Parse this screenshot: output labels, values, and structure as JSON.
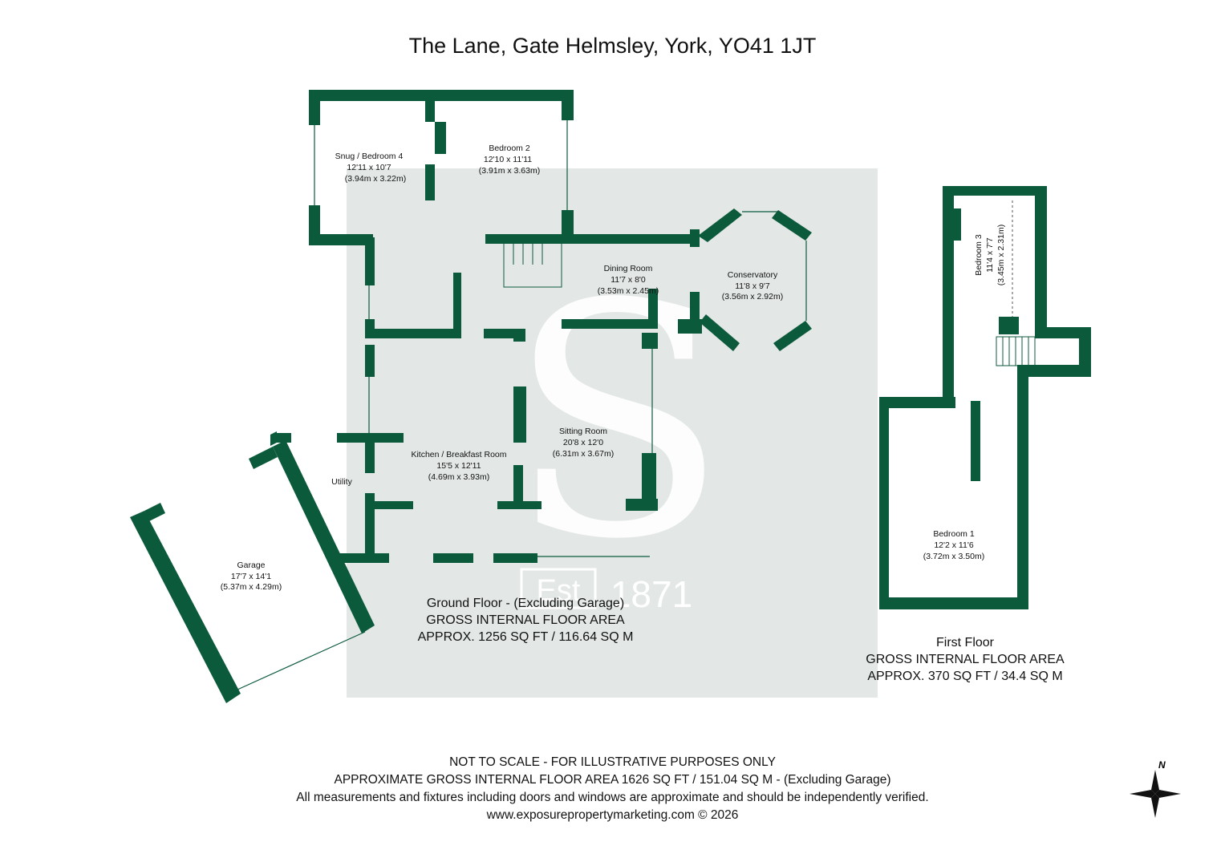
{
  "title": "The Lane, Gate Helmsley, York, YO41 1JT",
  "watermark": {
    "letter": "S",
    "est": "Est",
    "year": "1871"
  },
  "colors": {
    "wall": "#0c5a3c",
    "watermark_bg": "#e3e8e6",
    "text": "#111111"
  },
  "ground_floor": {
    "caption": [
      "Ground Floor - (Excluding Garage)",
      "GROSS INTERNAL FLOOR AREA",
      "APPROX. 1256 SQ FT / 116.64 SQ M"
    ],
    "rooms": [
      {
        "name": "Snug / Bedroom 4",
        "dims": "12'11 x 10'7",
        "metric": "(3.94m x 3.22m)"
      },
      {
        "name": "Bedroom 2",
        "dims": "12'10 x 11'11",
        "metric": "(3.91m x 3.63m)"
      },
      {
        "name": "Dining Room",
        "dims": "11'7 x 8'0",
        "metric": "(3.53m x 2.45m)"
      },
      {
        "name": "Conservatory",
        "dims": "11'8 x 9'7",
        "metric": "(3.56m x 2.92m)"
      },
      {
        "name": "Sitting Room",
        "dims": "20'8 x 12'0",
        "metric": "(6.31m x 3.67m)"
      },
      {
        "name": "Kitchen / Breakfast Room",
        "dims": "15'5 x 12'11",
        "metric": "(4.69m x 3.93m)"
      },
      {
        "name": "Utility"
      },
      {
        "name": "Garage",
        "dims": "17'7 x 14'1",
        "metric": "(5.37m x 4.29m)"
      }
    ]
  },
  "first_floor": {
    "caption": [
      "First Floor",
      "GROSS INTERNAL FLOOR AREA",
      "APPROX. 370 SQ FT / 34.4 SQ M"
    ],
    "rooms": [
      {
        "name": "Bedroom 3",
        "dims": "11'4 x 7'7",
        "metric": "(3.45m x 2.31m)"
      },
      {
        "name": "Bedroom 1",
        "dims": "12'2 x 11'6",
        "metric": "(3.72m x 3.50m)"
      }
    ]
  },
  "footer": [
    "NOT TO SCALE - FOR ILLUSTRATIVE PURPOSES ONLY",
    "APPROXIMATE GROSS INTERNAL FLOOR AREA 1626 SQ FT / 151.04 SQ M - (Excluding Garage)",
    "All measurements and fixtures including doors and windows are approximate and should be independently verified.",
    "www.exposurepropertymarketing.com © 2026"
  ],
  "compass": {
    "label": "N"
  }
}
